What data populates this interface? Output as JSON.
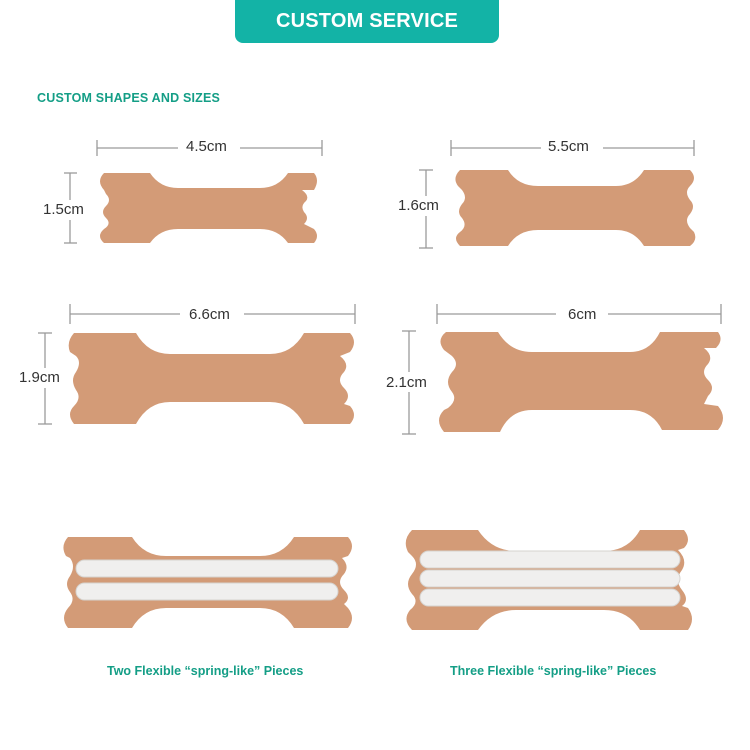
{
  "banner": {
    "title": "CUSTOM SERVICE"
  },
  "section_label": "CUSTOM SHAPES AND SIZES",
  "strips": [
    {
      "width": "4.5cm",
      "height": "1.5cm"
    },
    {
      "width": "5.5cm",
      "height": "1.6cm"
    },
    {
      "width": "6.6cm",
      "height": "1.9cm"
    },
    {
      "width": "6cm",
      "height": "2.1cm"
    }
  ],
  "captions": {
    "two": "Two Flexible “spring-like” Pieces",
    "three": "Three Flexible “spring-like” Pieces"
  },
  "colors": {
    "banner": "#13b3a6",
    "label_green": "#149e86",
    "strip_tan": "#d39b77",
    "spring_white": "#f0efee"
  }
}
